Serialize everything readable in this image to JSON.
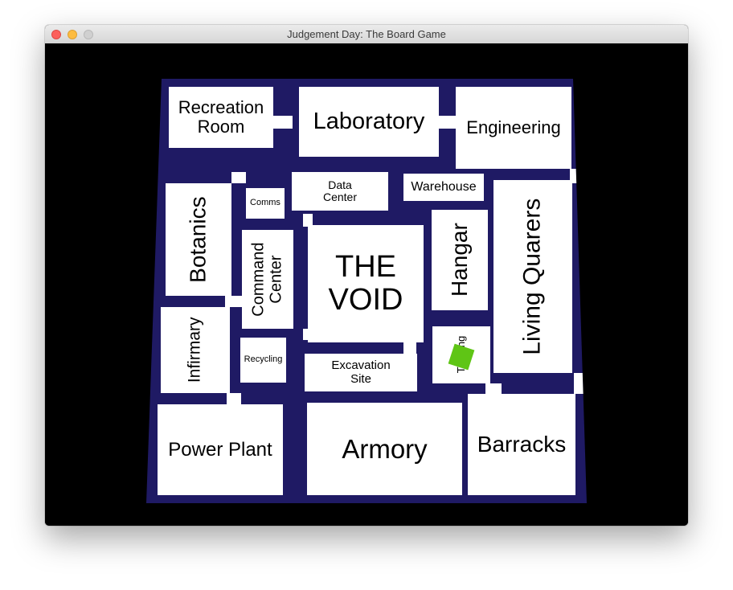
{
  "window": {
    "title": "Judgement Day: The Board Game"
  },
  "board": {
    "background_color": "#1f1a64",
    "room_color": "#ffffff",
    "rooms": {
      "recreation": "Recreation\nRoom",
      "laboratory": "Laboratory",
      "engineering": "Engineering",
      "botanics": "Botanics",
      "comms": "Comms",
      "data_center": "Data\nCenter",
      "warehouse": "Warehouse",
      "living_quarters": "Living Quarers",
      "command_center": "Command\nCenter",
      "the_void": "THE\nVOID",
      "hangar": "Hangar",
      "infirmary": "Infirmary",
      "recycling": "Recycling",
      "excavation_site": "Excavation\nSite",
      "training": "Training",
      "power_plant": "Power Plant",
      "armory": "Armory",
      "barracks": "Barracks"
    }
  },
  "player_piece": {
    "color": "#5fc515",
    "location": "Training"
  }
}
